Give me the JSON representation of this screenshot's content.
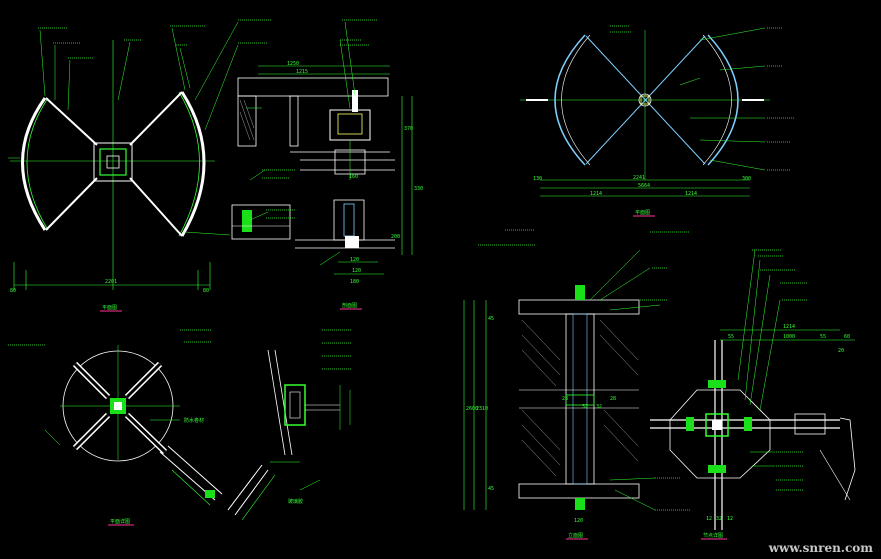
{
  "watermark": "www.snren.com",
  "colors": {
    "background": "#000000",
    "dimension": "#33ff33",
    "outline": "#ffffff",
    "glass": "#7fd0ff",
    "leader": "#33ff33",
    "hatch": "#c8c8c8",
    "steel": "#ffff66",
    "caption_underline": "#ff3399",
    "fill_green": "#19e019"
  },
  "views": {
    "plan_top_left": {
      "caption": "平面图",
      "overall_dim": "2201",
      "side_dims": [
        "80",
        "80"
      ]
    },
    "section_detail_top": {
      "caption": "剖面图",
      "dims_top": [
        "1250",
        "1215"
      ],
      "dims_right": [
        "370",
        "330"
      ],
      "dims_bottom": [
        "160",
        "120",
        "120",
        "180"
      ],
      "dims_side": [
        "200"
      ]
    },
    "detail_bottom_left": {
      "caption": "平面详图",
      "label": "防水卷材"
    },
    "detail_bottom_mid": {
      "label": "玻璃胶"
    },
    "plan_top_right": {
      "caption": "平面图",
      "dims": [
        "2241",
        "5664",
        "1214",
        "1214",
        "130",
        "300"
      ]
    },
    "elevation_bottom_mid": {
      "caption": "立面图",
      "dims_left": [
        "2600",
        "2310",
        "45",
        "45"
      ],
      "dims_inner": [
        "28",
        "32",
        "32",
        "28"
      ],
      "dims_bottom": [
        "120"
      ]
    },
    "detail_bottom_right": {
      "caption": "节点详图",
      "dims": [
        "1214",
        "55",
        "1000",
        "55",
        "20",
        "60"
      ],
      "dims_bottom": [
        "12",
        "32",
        "12"
      ]
    }
  }
}
